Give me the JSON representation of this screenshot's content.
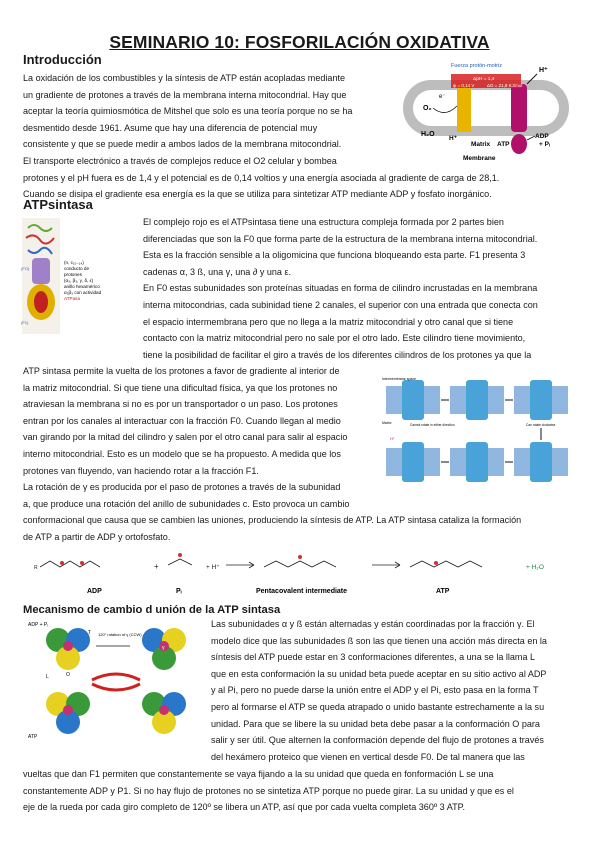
{
  "title": "SEMINARIO 10: FOSFORILACIÓN OXIDATIVA",
  "intro": {
    "heading": "Introducción",
    "lines": [
      "La oxidación de los combustibles y la síntesis de ATP están acopladas mediante",
      "un gradiente de protones a través de la membrana interna mitocondrial. Hay que",
      "aceptar la teoría quimiosmótica de Mitshel que solo es una teoría porque no se ha",
      "desmentido desde 1961. Asume que hay una diferencia de potencial muy",
      "consistente y que se puede medir a ambos lados de la membrana mitocondrial.",
      "El transporte electrónico a través de complejos reduce el O2 celular y bombea",
      "protones y el pH fuera es de 1,4 y el potencial es de 0,14 voltios y una energía asociada al gradiente de carga de 28,1.",
      "Cuando se disipa el gradiente esa energía es la que se utiliza para sintetizar ATP mediante ADP y fosfato inorgánico."
    ]
  },
  "fig_membrane": {
    "labels": {
      "top": "Fuerza protón-motriz",
      "dph": "ΔpH = 1,4",
      "dpsi": "ψ = 0,14 V",
      "dg": "ΔG = 21,8 KJ/mol",
      "hplus_top": "H⁺",
      "o2": "O₂",
      "e": "e⁻",
      "h2o": "H₂O",
      "hplus_low": "H⁺",
      "matrix": "Matrix",
      "atp": "ATP",
      "adp": "ADP",
      "pi": "+ Pᵢ",
      "membrane": "Membrane"
    }
  },
  "atpsintasa": {
    "heading": "ATPsintasa",
    "lines_side": [
      "El complejo rojo es el ATPsintasa tiene una estructura compleja formada por 2 partes bien",
      "diferenciadas que son la F0 que forma parte de la estructura de la membrana interna mitocondrial.",
      "Esta es la fracción sensible a la oligomicina que funciona bloqueando esta parte. F1 presenta 3",
      "cadenas α, 3 ß, una γ, una ∂ y una ε.",
      "En F0 estas subunidades son proteínas situadas en forma de cilindro incrustadas en la membrana",
      "interna mitocondrias, cada subinidad tiene 2 canales, el superior con una entrada que conecta con",
      "el espacio intermembrana pero que no llega a la matriz mitocondrial y otro canal que si tiene",
      "contacto con la matriz mitocondrial pero no sale por el otro lado. Este cilindro tiene movimiento,",
      "tiene la posibilidad de facilitar el giro a través de los diferentes cilindros de los protones ya que la"
    ],
    "lines_mid": [
      "ATP sintasa permite la vuelta de los protones a favor de gradiente al interior de",
      "la matriz mitocondrial. Si que tiene una dificultad física, ya que los protones no",
      "atraviesan la membrana si no es por un transportador o un paso. Los protones",
      "entran por los canales al interactuar con la fracción F0. Cuando llegan al medio",
      "van girando por la mitad del cilindro y salen por el otro canal para salir al espacio",
      "interno mitocondrial. Esto es un modelo que se ha propuesto. A medida que los",
      "protones van fluyendo, van haciendo rotar a la fracción F1.",
      "La rotación de γ es producida por el paso de protones a través de la subunidad",
      "a, que produce una rotación del anillo de subunidades c. Esto provoca un cambio"
    ],
    "lines_full": [
      "conformacional que causa que se cambien las uniones, produciendo la síntesis de ATP. La ATP sintasa cataliza la formación",
      "de ATP a partir de ADP y ortofosfato."
    ],
    "side_fig_labels": {
      "row1": "(n, c₁₀₋₁₄)",
      "row2": "conducto de",
      "row3": "protones",
      "row4": "(α₃, β₃, γ, δ, ε)",
      "row5": "anillo hexamérico",
      "row6": "α₃β₃ con actividad",
      "row7": "ATPasa",
      "f0": "(FO)",
      "f1": "(F1)"
    },
    "rotation_labels": {
      "intermembrane": "Intermembrane space",
      "matrix": "Matrix",
      "cannot": "Cannot rotate in either direction",
      "can": "Can rotate clockwise",
      "h": "H⁺"
    }
  },
  "reaction": {
    "labels": [
      "ADP",
      "Pᵢ",
      "Pentacovalent intermediate",
      "ATP"
    ],
    "plus_h": "+ H⁺",
    "plus_h2o": "+ H₂O",
    "r": "R"
  },
  "mecanismo": {
    "heading": "Mecanismo de cambio d unión de la ATP sintasa",
    "lines_side": [
      "Las subunidades α y ß están alternadas y están coordinadas por la fracción γ. El",
      "modelo dice que las subunidades ß son las que tienen una acción más directa en la",
      "síntesis del ATP puede estar en 3 conformaciones diferentes, a una se la llama L",
      "que en esta conformación la su unidad beta puede aceptar en su sitio activo al ADP",
      "y al Pi, pero no puede darse la unión entre el ADP y el Pi, esto pasa en la forma T",
      "pero al formarse el ATP se queda atrapado o unido bastante estrechamente a la su",
      "unidad. Para que se libere la su unidad beta debe pasar a la conformación O para",
      "salir y ser útil. Que alternen la conformación depende del flujo de protones a través",
      "del hexámero proteico que vienen en vertical desde F0. De tal manera que las"
    ],
    "lines_full": [
      "vueltas que dan F1 permiten que constantemente se vaya fijando a la su unidad que queda en fonformación L se una",
      "constantemente ADP y P1. Si no hay flujo de protones no se sintetiza ATP porque no puede girar. La su unidad y que es el",
      "eje de la rueda por cada giro completo de 120º se libera un ATP, así que por cada vuelta completa 360º 3 ATP."
    ],
    "fig_labels": {
      "adp_pi": "ADP + Pᵢ",
      "atp": "ATP",
      "rot": "120° rotation of γ (CCW)",
      "l": "L",
      "t": "T",
      "o": "O",
      "gamma": "γ"
    }
  }
}
